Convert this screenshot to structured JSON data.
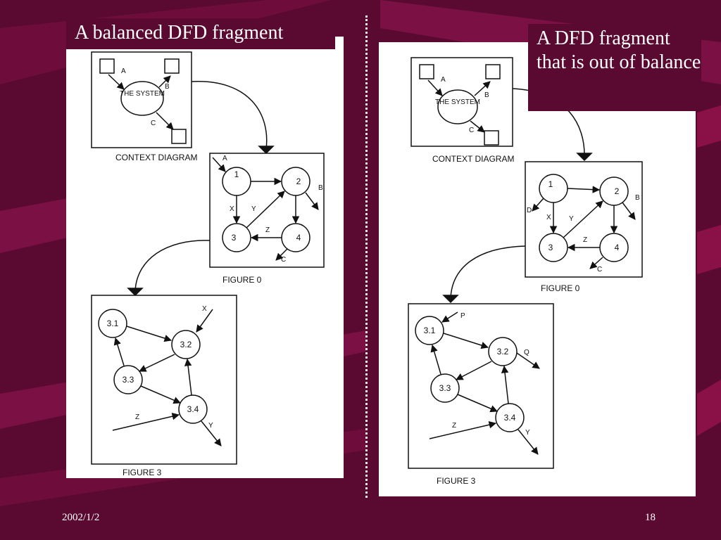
{
  "slide": {
    "left_title": "A balanced DFD fragment",
    "right_title": "A DFD fragment that is out of balance",
    "date": "2002/1/2",
    "page_number": "18"
  },
  "colors": {
    "background": "#5a0a30",
    "stripe": "#8a1048",
    "text": "#ffffff",
    "diagram_ink": "#111111"
  },
  "left_diagram": {
    "context": {
      "process": "THE SYSTEM",
      "flows": [
        "A",
        "B",
        "C"
      ],
      "caption": "CONTEXT DIAGRAM"
    },
    "figure0": {
      "processes": [
        "1",
        "2",
        "3",
        "4"
      ],
      "flows": [
        "A",
        "B",
        "X",
        "Y",
        "Z",
        "C"
      ],
      "caption": "FIGURE 0"
    },
    "figure3": {
      "processes": [
        "3.1",
        "3.2",
        "3.3",
        "3.4"
      ],
      "flows": [
        "X",
        "Z",
        "Y"
      ],
      "caption": "FIGURE 3"
    }
  },
  "right_diagram": {
    "context": {
      "process": "THE SYSTEM",
      "flows": [
        "A",
        "B",
        "C"
      ],
      "caption": "CONTEXT DIAGRAM"
    },
    "figure0": {
      "processes": [
        "1",
        "2",
        "3",
        "4"
      ],
      "flows": [
        "D",
        "B",
        "X",
        "Y",
        "Z",
        "C"
      ],
      "caption": "FIGURE 0"
    },
    "figure3": {
      "processes": [
        "3.1",
        "3.2",
        "3.3",
        "3.4"
      ],
      "flows": [
        "P",
        "Q",
        "Z",
        "Y"
      ],
      "caption": "FIGURE 3"
    }
  }
}
